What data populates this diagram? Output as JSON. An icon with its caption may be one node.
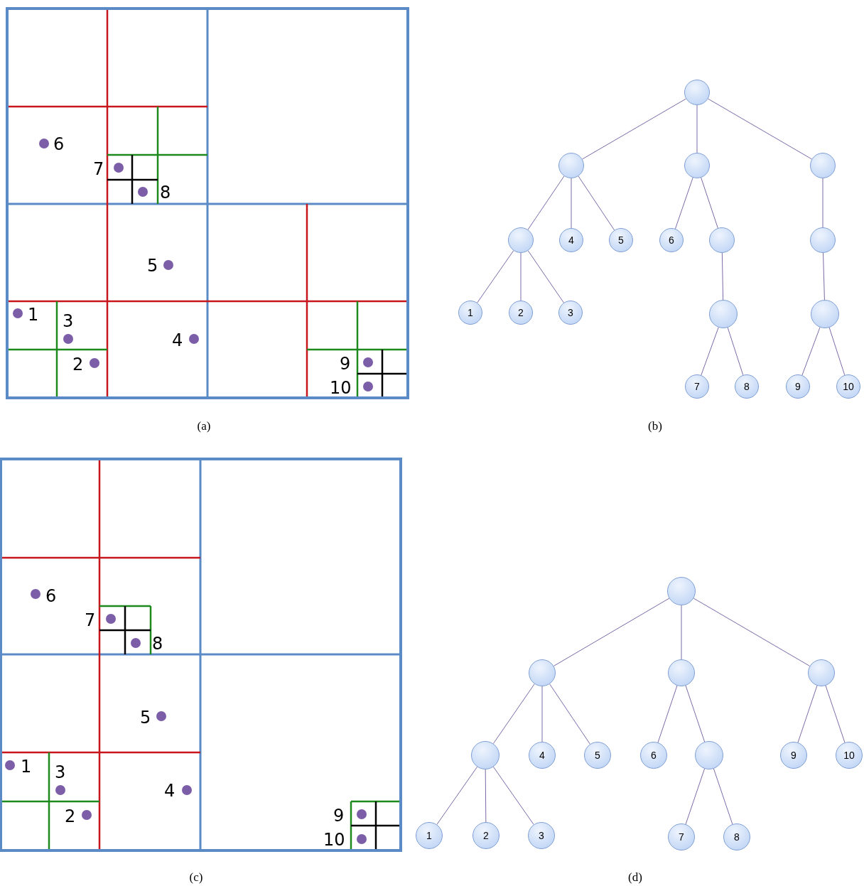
{
  "diagram": {
    "nodes": [
      {
        "text": [],
        "shape": "circle"
      },
      {
        "text": [],
        "shape": "circle"
      },
      {
        "text": [],
        "shape": "circle"
      },
      {
        "text": [],
        "shape": "circle"
      },
      {
        "text": [],
        "shape": "circle"
      },
      {
        "text": [
          "4"
        ]
      },
      {
        "text": [
          "5"
        ]
      },
      {
        "text": [
          "6"
        ]
      },
      {
        "text": [],
        "shape": "circle"
      },
      {
        "text": [],
        "shape": "circle"
      },
      {
        "text": [
          "1"
        ]
      },
      {
        "text": [
          "2"
        ]
      },
      {
        "text": [
          "3"
        ]
      },
      {
        "text": [],
        "shape": "circle"
      },
      {
        "text": [],
        "shape": "circle"
      },
      {
        "text": [
          "7"
        ]
      },
      {
        "text": [
          "8"
        ]
      },
      {
        "text": [
          "9"
        ]
      },
      {
        "text": [
          "10"
        ]
      },
      {
        "text": [],
        "shape": "circle"
      },
      {
        "text": [],
        "shape": "circle"
      },
      {
        "text": [],
        "shape": "circle"
      },
      {
        "text": [],
        "shape": "circle"
      },
      {
        "text": [],
        "shape": "circle"
      },
      {
        "text": [
          "4"
        ]
      },
      {
        "text": [
          "5"
        ]
      },
      {
        "text": [
          "6"
        ]
      },
      {
        "text": [],
        "shape": "circle"
      },
      {
        "text": [
          "9"
        ]
      },
      {
        "text": [
          "10"
        ]
      },
      {
        "text": [
          "1"
        ]
      },
      {
        "text": [
          "2"
        ]
      },
      {
        "text": [
          "3"
        ]
      },
      {
        "text": [
          "7"
        ]
      },
      {
        "text": [
          "8"
        ]
      }
    ],
    "edges": [
      {
        "from": 0,
        "to": 1,
        "arrow": "none"
      },
      {
        "from": 0,
        "to": 2,
        "arrow": "none"
      },
      {
        "from": 0,
        "to": 3,
        "arrow": "none"
      },
      {
        "from": 1,
        "to": 4,
        "arrow": "none"
      },
      {
        "from": 1,
        "to": 5,
        "arrow": "none"
      },
      {
        "from": 1,
        "to": 6,
        "arrow": "none"
      },
      {
        "from": 2,
        "to": 7,
        "arrow": "none"
      },
      {
        "from": 2,
        "to": 8,
        "arrow": "none"
      },
      {
        "from": 3,
        "to": 9,
        "arrow": "none"
      },
      {
        "from": 4,
        "to": 10,
        "arrow": "none"
      },
      {
        "from": 4,
        "to": 11,
        "arrow": "none"
      },
      {
        "from": 4,
        "to": 12,
        "arrow": "none"
      },
      {
        "from": 8,
        "to": 13,
        "arrow": "none"
      },
      {
        "from": 9,
        "to": 14,
        "arrow": "none"
      },
      {
        "from": 13,
        "to": 15,
        "arrow": "none"
      },
      {
        "from": 13,
        "to": 16,
        "arrow": "none"
      },
      {
        "from": 14,
        "to": 17,
        "arrow": "none"
      },
      {
        "from": 14,
        "to": 18,
        "arrow": "none"
      },
      {
        "from": 19,
        "to": 20,
        "arrow": "none"
      },
      {
        "from": 19,
        "to": 21,
        "arrow": "none"
      },
      {
        "from": 19,
        "to": 22,
        "arrow": "none"
      },
      {
        "from": 20,
        "to": 23,
        "arrow": "none"
      },
      {
        "from": 20,
        "to": 24,
        "arrow": "none"
      },
      {
        "from": 20,
        "to": 25,
        "arrow": "none"
      },
      {
        "from": 21,
        "to": 26,
        "arrow": "none"
      },
      {
        "from": 21,
        "to": 27,
        "arrow": "none"
      },
      {
        "from": 22,
        "to": 28,
        "arrow": "none"
      },
      {
        "from": 22,
        "to": 29,
        "arrow": "none"
      },
      {
        "from": 23,
        "to": 30,
        "arrow": "none"
      },
      {
        "from": 23,
        "to": 31,
        "arrow": "none"
      },
      {
        "from": 23,
        "to": 32,
        "arrow": "none"
      },
      {
        "from": 27,
        "to": 33,
        "arrow": "none"
      },
      {
        "from": 27,
        "to": 34,
        "arrow": "none"
      }
    ],
    "labels": [
      "6",
      "7",
      "8",
      "5",
      "1",
      "3",
      "4",
      "2",
      "9",
      "10",
      "(a)",
      "(b)",
      "6",
      "7",
      "8",
      "5",
      "1",
      "3",
      "4",
      "2",
      "9",
      "10",
      "(c)",
      "(d)"
    ]
  }
}
